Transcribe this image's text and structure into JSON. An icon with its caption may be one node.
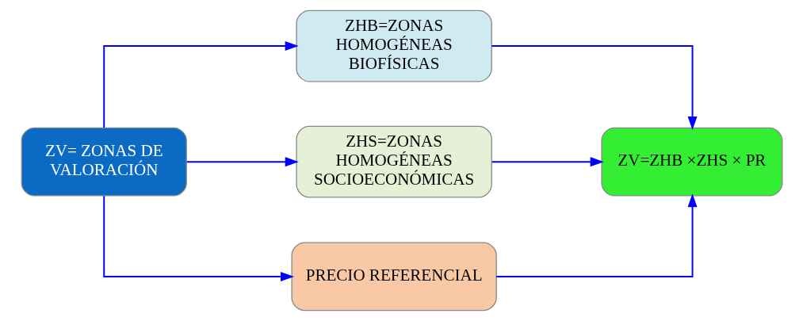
{
  "diagram": {
    "nodes": [
      {
        "text": [
          "ZV= ZONAS DE VALORACIÓN"
        ]
      },
      {
        "text": [
          "ZHB=ZONAS HOMOGÉNEAS BIOFÍSICAS"
        ]
      },
      {
        "text": [
          "ZHS=ZONAS HOMOGÉNEAS SOCIOECONÓMICAS"
        ]
      },
      {
        "text": [
          "PRECIO REFERENCIAL"
        ]
      },
      {
        "text": [
          "ZV=ZHB ×ZHS × PR"
        ]
      }
    ],
    "edges": [
      {
        "from": 0,
        "to": 1,
        "arrow": "to"
      },
      {
        "from": 0,
        "to": 2,
        "arrow": "to"
      },
      {
        "from": 0,
        "to": 3,
        "arrow": "to"
      },
      {
        "from": 1,
        "to": 4,
        "arrow": "to"
      },
      {
        "from": 2,
        "to": 4,
        "arrow": "to"
      },
      {
        "from": 3,
        "to": 4,
        "arrow": "to"
      }
    ]
  }
}
